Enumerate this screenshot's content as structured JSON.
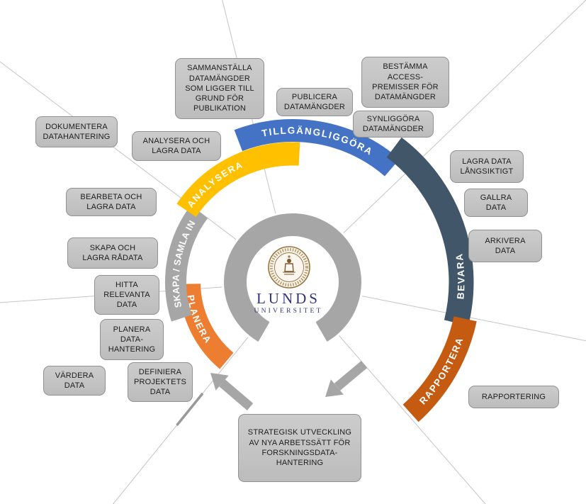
{
  "logo": {
    "name": "LUNDS",
    "subname": "UNIVERSITET"
  },
  "phases": [
    {
      "id": "planera",
      "label": "PLANERA",
      "color": "#ED7D31"
    },
    {
      "id": "skapa-samla-in",
      "label": "SKAPA / SAMLA IN",
      "color": "#A6A6A6"
    },
    {
      "id": "analysera",
      "label": "ANALYSERA",
      "color": "#FFC000"
    },
    {
      "id": "tillgangliggora",
      "label": "TILLGÄNGLIGGÖRA",
      "color": "#4472C4"
    },
    {
      "id": "bevara",
      "label": "BEVARA",
      "color": "#425669"
    },
    {
      "id": "rapportera",
      "label": "RAPPORTERA",
      "color": "#C55A11"
    }
  ],
  "activities": [
    {
      "phase": "analysera",
      "label": "DOKUMENTERA\nDATAHANTERING"
    },
    {
      "phase": "analysera",
      "label": "SAMMANSTÄLLA\nDATAMÄNGDER\nSOM LIGGER TILL\nGRUND FÖR\nPUBLIKATION"
    },
    {
      "phase": "analysera",
      "label": "ANALYSERA OCH\nLAGRA DATA"
    },
    {
      "phase": "tillgangliggora",
      "label": "PUBLICERA\nDATAMÄNGDER"
    },
    {
      "phase": "tillgangliggora",
      "label": "BESTÄMMA\nACCESS-\nPREMISSER FÖR\nDATAMÄNGDER"
    },
    {
      "phase": "tillgangliggora",
      "label": "SYNLIGGÖRA\nDATAMÄNGDER"
    },
    {
      "phase": "bevara",
      "label": "LAGRA DATA\nLÅNGSIKTIGT"
    },
    {
      "phase": "bevara",
      "label": "GALLRA\nDATA"
    },
    {
      "phase": "bevara",
      "label": "ARKIVERA\nDATA"
    },
    {
      "phase": "rapportera",
      "label": "RAPPORTERING"
    },
    {
      "phase": "skapa-samla-in",
      "label": "BEARBETA OCH\nLAGRA DATA"
    },
    {
      "phase": "skapa-samla-in",
      "label": "SKAPA OCH\nLAGRA RÅDATA"
    },
    {
      "phase": "planera",
      "label": "HITTA\nRELEVANTA\nDATA"
    },
    {
      "phase": "planera",
      "label": "PLANERA\nDATA-\nHANTERING"
    },
    {
      "phase": "planera",
      "label": "VÄRDERA\nDATA"
    },
    {
      "phase": "planera",
      "label": "DEFINIERA\nPROJEKTETS\nDATA"
    },
    {
      "phase": "center",
      "label": "STRATEGISK UTVECKLING\nAV NYA ARBETSSÄTT FÖR\nFORSKNINGSDATA-\nHANTERING"
    }
  ],
  "colors": {
    "activity_box": "#C6C6C6",
    "activity_box_border": "#919191",
    "ring_gray": "#A6A6A6",
    "arrow_gray": "#A6A6A6",
    "divider_line": "#C4C4C4",
    "logo_blue": "#30337F",
    "arc_label_text": "#FFFFFF",
    "seal_gold": "#96743F"
  }
}
